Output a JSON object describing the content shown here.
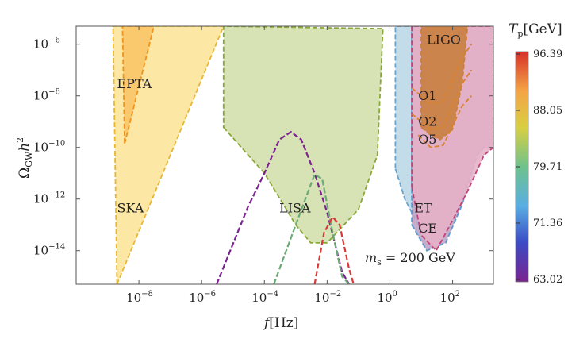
{
  "chart_data": {
    "type": "area",
    "xlabel": "f[Hz]",
    "ylabel": "Ω_GW h²",
    "x_scale": "log",
    "y_scale": "log",
    "xlim": [
      1e-10,
      2000
    ],
    "ylim": [
      5e-16,
      5e-06
    ],
    "x_ticks": [
      {
        "value": 1e-08,
        "base": "10",
        "exp": "−8"
      },
      {
        "value": 1e-06,
        "base": "10",
        "exp": "−6"
      },
      {
        "value": 0.0001,
        "base": "10",
        "exp": "−4"
      },
      {
        "value": 0.01,
        "base": "10",
        "exp": "−2"
      },
      {
        "value": 1,
        "base": "10",
        "exp": "0"
      },
      {
        "value": 100,
        "base": "10",
        "exp": "2"
      }
    ],
    "y_ticks": [
      {
        "value": 1e-06,
        "base": "10",
        "exp": "−6"
      },
      {
        "value": 1e-08,
        "base": "10",
        "exp": "−8"
      },
      {
        "value": 1e-10,
        "base": "10",
        "exp": "−10"
      },
      {
        "value": 1e-12,
        "base": "10",
        "exp": "−12"
      },
      {
        "value": 1e-14,
        "base": "10",
        "exp": "−14"
      }
    ],
    "annotation": "m_s = 200 GeV",
    "sensitivity_regions": [
      {
        "label": "SKA",
        "color": "#fde49a",
        "edge": "#e8b830",
        "points": [
          [
            2e-09,
            5e-16
          ],
          [
            5e-06,
            5e-06
          ],
          [
            1.5e-09,
            5e-06
          ]
        ]
      },
      {
        "label": "EPTA",
        "color": "#f9c568",
        "edge": "#ee9420",
        "points": [
          [
            3.5e-09,
            1.4e-10
          ],
          [
            3e-08,
            5e-06
          ],
          [
            3e-09,
            5e-06
          ]
        ]
      },
      {
        "label": "LISA",
        "color": "#d3e0ad",
        "edge": "#8aa83a",
        "points": [
          [
            5e-06,
            6e-10
          ],
          [
            0.0001,
            1e-11
          ],
          [
            0.001,
            1e-13
          ],
          [
            0.003,
            2e-14
          ],
          [
            0.01,
            2e-14
          ],
          [
            0.1,
            4e-13
          ],
          [
            0.4,
            5e-11
          ],
          [
            0.6,
            4e-06
          ],
          [
            5e-06,
            5e-06
          ]
        ]
      },
      {
        "label": "",
        "color": "#bcd8e8",
        "edge": "#6aa3cc",
        "points": [
          [
            1.5,
            1.5e-11
          ],
          [
            3,
            1e-12
          ],
          [
            8,
            1e-13
          ],
          [
            15,
            3e-14
          ],
          [
            15,
            5e-06
          ],
          [
            1.5,
            5e-06
          ]
        ]
      },
      {
        "label": "ET",
        "color": "#bfa5c6",
        "edge": "#5a9ad0",
        "points": [
          [
            5,
            1e-13
          ],
          [
            15,
            1e-14
          ],
          [
            60,
            2e-14
          ],
          [
            200,
            6e-13
          ],
          [
            600,
            5e-11
          ],
          [
            1000,
            1e-10
          ],
          [
            2000,
            1e-10
          ],
          [
            2000,
            5e-06
          ],
          [
            5,
            5e-06
          ]
        ]
      },
      {
        "label": "CE",
        "color": "#e6b1c6",
        "edge": "#c2437a",
        "points": [
          [
            5,
            3e-12
          ],
          [
            10,
            4e-14
          ],
          [
            30,
            1e-14
          ],
          [
            100,
            1.5e-13
          ],
          [
            300,
            2e-12
          ],
          [
            1000,
            5e-11
          ],
          [
            2000,
            1e-10
          ],
          [
            2000,
            5e-06
          ],
          [
            5,
            5e-06
          ]
        ]
      },
      {
        "label": "LIGO",
        "color": "#c9803f",
        "edge": "#c9803f",
        "points": [
          [
            10,
            6e-10
          ],
          [
            20,
            3e-10
          ],
          [
            40,
            2e-10
          ],
          [
            100,
            5e-10
          ],
          [
            200,
            3e-08
          ],
          [
            300,
            5e-06
          ],
          [
            10,
            5e-06
          ]
        ]
      }
    ],
    "ligo_runs": [
      {
        "label": "O1",
        "points": [
          [
            5,
            2e-08
          ],
          [
            20,
            5e-09
          ],
          [
            50,
            6e-09
          ],
          [
            200,
            3e-07
          ],
          [
            400,
            1e-06
          ]
        ]
      },
      {
        "label": "O2",
        "points": [
          [
            5,
            2e-09
          ],
          [
            20,
            5e-10
          ],
          [
            50,
            6e-10
          ],
          [
            200,
            3e-08
          ],
          [
            400,
            1e-07
          ]
        ]
      },
      {
        "label": "O5",
        "points": [
          [
            8,
            3e-10
          ],
          [
            20,
            1e-10
          ],
          [
            50,
            1.2e-10
          ],
          [
            200,
            4e-09
          ],
          [
            400,
            1e-08
          ]
        ]
      }
    ],
    "signal_series": [
      {
        "color": "#7b2390",
        "points": [
          [
            3e-06,
            5e-16
          ],
          [
            3e-05,
            5e-13
          ],
          [
            0.0001,
            1e-11
          ],
          [
            0.0003,
            2e-10
          ],
          [
            0.0007,
            4e-10
          ],
          [
            0.0015,
            2e-10
          ],
          [
            0.004,
            1e-11
          ],
          [
            0.01,
            3e-13
          ],
          [
            0.03,
            1.5e-15
          ],
          [
            0.05,
            5e-16
          ]
        ]
      },
      {
        "color": "#6aaa75",
        "points": [
          [
            0.0002,
            5e-16
          ],
          [
            0.001,
            1e-13
          ],
          [
            0.0025,
            2e-12
          ],
          [
            0.004,
            9e-12
          ],
          [
            0.007,
            6e-12
          ],
          [
            0.015,
            5e-14
          ],
          [
            0.03,
            1e-15
          ],
          [
            0.05,
            5e-16
          ]
        ]
      },
      {
        "color": "#d83a3a",
        "points": [
          [
            0.004,
            5e-16
          ],
          [
            0.008,
            5e-14
          ],
          [
            0.015,
            2e-13
          ],
          [
            0.025,
            1e-13
          ],
          [
            0.05,
            2e-15
          ],
          [
            0.07,
            5e-16
          ]
        ]
      }
    ],
    "colorbar": {
      "title": "T_p[GeV]",
      "tick_labels": [
        "96.39",
        "88.05",
        "79.71",
        "71.36",
        "63.02"
      ],
      "colors": [
        "#7b2390",
        "#3b4bc4",
        "#59aee3",
        "#6fc28c",
        "#d8cf42",
        "#f4a446",
        "#d7302a"
      ]
    }
  }
}
